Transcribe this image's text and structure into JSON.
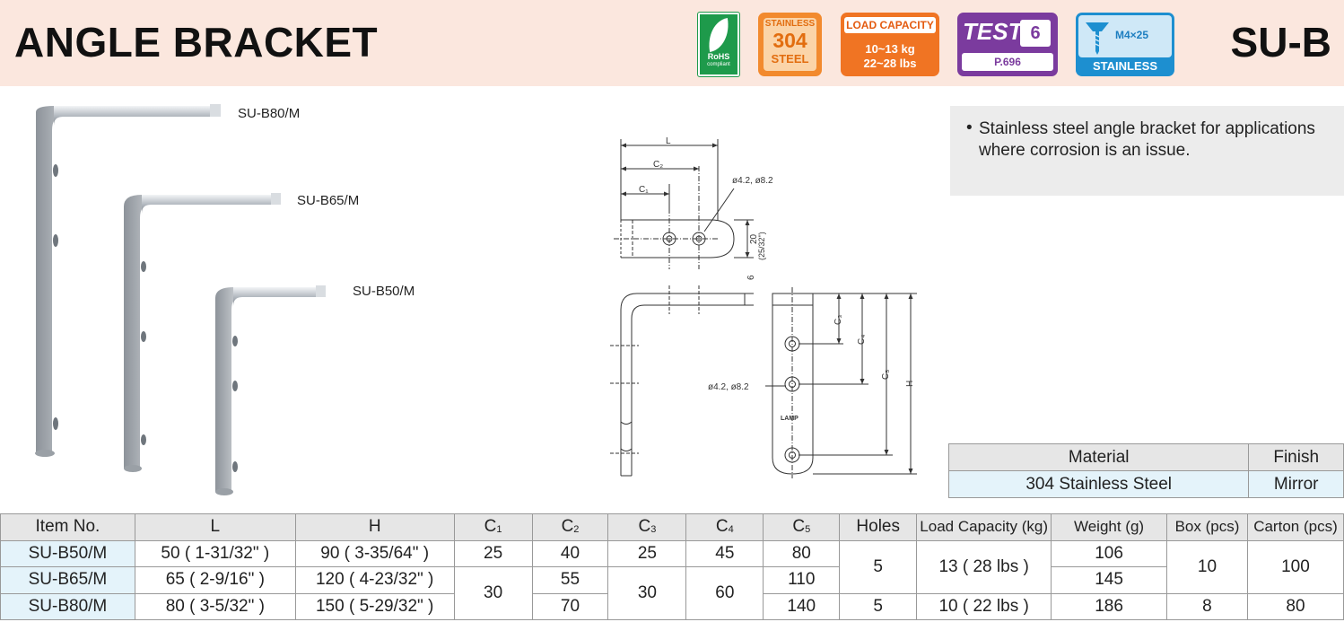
{
  "header": {
    "title": "ANGLE BRACKET",
    "code": "SU-B"
  },
  "badges": {
    "rohs": {
      "line1": "RoHS",
      "line2": "compliant"
    },
    "stainless": {
      "line1": "STAINLESS",
      "line2": "304",
      "line3": "STEEL"
    },
    "load": {
      "line1": "LOAD CAPACITY",
      "line2": "10~13 kg",
      "line3": "22~28 lbs"
    },
    "test": {
      "label": "TEST",
      "number": "6",
      "page": "P.696"
    },
    "screw": {
      "size": "M4×25",
      "material": "STAINLESS"
    }
  },
  "description": {
    "bullet": "•",
    "text": "Stainless steel angle bracket for applications where corrosion is an issue."
  },
  "products": [
    {
      "label": "SU-B80/M"
    },
    {
      "label": "SU-B65/M"
    },
    {
      "label": "SU-B50/M"
    }
  ],
  "drawing": {
    "dim_L": "L",
    "dim_C1": "C₁",
    "dim_C2": "C₂",
    "dim_C3": "C₃",
    "dim_C4": "C₄",
    "dim_C5": "C₅",
    "dim_H": "H",
    "hole_top": "ø4.2, ø8.2",
    "hole_side": "ø4.2, ø8.2",
    "width_dim": "20",
    "width_inch": "(25/32\")",
    "thickness": "6",
    "brand": "LAMP"
  },
  "material_table": {
    "headers": [
      "Material",
      "Finish"
    ],
    "row": [
      "304 Stainless Steel",
      "Mirror"
    ]
  },
  "spec_table": {
    "headers": {
      "item": "Item No.",
      "L": "L",
      "H": "H",
      "C1": "C",
      "C2": "C",
      "C3": "C",
      "C4": "C",
      "C5": "C",
      "C1_sub": "1",
      "C2_sub": "2",
      "C3_sub": "3",
      "C4_sub": "4",
      "C5_sub": "5",
      "holes": "Holes",
      "load": "Load Capacity (kg)",
      "weight": "Weight (g)",
      "box": "Box (pcs)",
      "carton": "Carton (pcs)"
    },
    "rows": [
      {
        "item": "SU-B50/M",
        "L": "50  ( 1-31/32\" )",
        "H": "90  ( 3-35/64\" )",
        "C1": "25",
        "C2": "40",
        "C3": "25",
        "C4": "45",
        "C5": "80",
        "weight": "106"
      },
      {
        "item": "SU-B65/M",
        "L": "65  ( 2-9/16\" )",
        "H": "120  ( 4-23/32\" )",
        "C2": "55",
        "C5": "110",
        "weight": "145"
      },
      {
        "item": "SU-B80/M",
        "L": "80  ( 3-5/32\" )",
        "H": "150  ( 5-29/32\" )",
        "C2": "70",
        "C5": "140",
        "weight": "186"
      }
    ],
    "merged": {
      "c1_65_80": "30",
      "c3_65_80": "30",
      "c4_65_80": "60",
      "holes_50_65": "5",
      "load_50_65": "13  ( 28 lbs )",
      "box_50_65": "10",
      "carton_50_65": "100",
      "holes_80": "5",
      "load_80": "10  ( 22 lbs )",
      "box_80": "8",
      "carton_80": "80"
    }
  },
  "colors": {
    "header_bg": "#fbe7de",
    "row_label_bg": "#e4f3fa",
    "header_cell_bg": "#e6e6e6"
  }
}
